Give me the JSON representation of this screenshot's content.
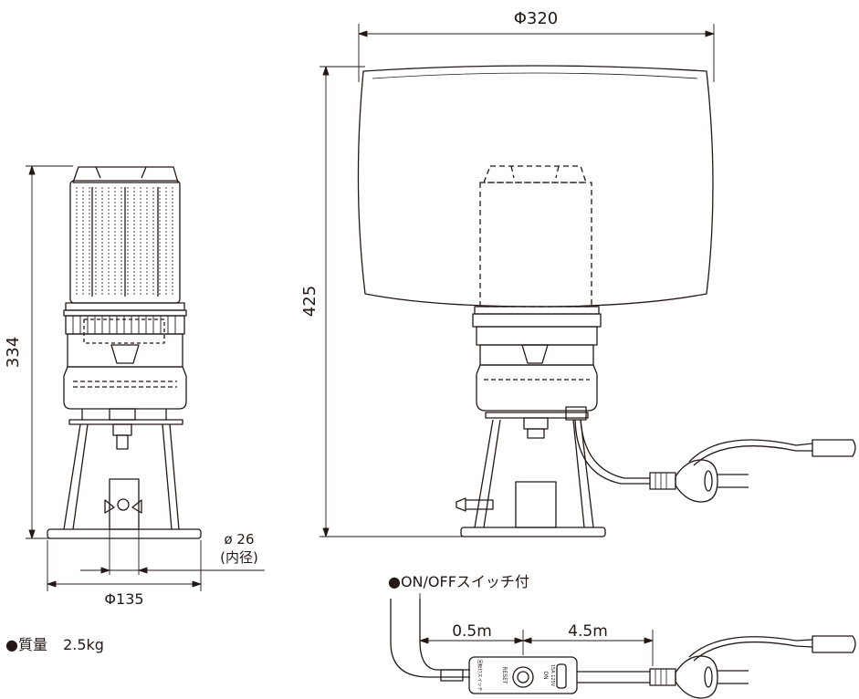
{
  "dimensions": {
    "left_height": "334",
    "left_base_diameter": "Φ135",
    "pipe_diameter": "ø 26",
    "pipe_diameter_note": "(内径)",
    "right_height": "425",
    "cover_diameter": "Φ320",
    "cable_short": "0.5m",
    "cable_long": "4.5m"
  },
  "notes": {
    "weight_label": "●質量",
    "weight_value": "2.5kg",
    "switch_label": "●ON/OFFスイッチ付"
  },
  "switch_box": {
    "reset_label": "RESET",
    "on_label": "ON",
    "rating_label": "15A 125V",
    "name_label": "回転灯スイッチ"
  },
  "colors": {
    "line": "#231815",
    "background": "#ffffff"
  }
}
